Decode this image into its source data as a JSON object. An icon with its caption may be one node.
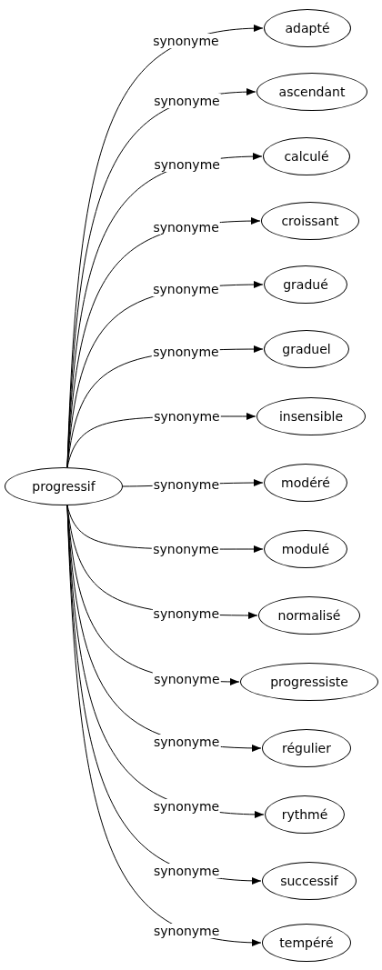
{
  "diagram": {
    "nodes": [
      {
        "text": [
          "progressif"
        ]
      },
      {
        "text": [
          "adapté"
        ]
      },
      {
        "text": [
          "ascendant"
        ]
      },
      {
        "text": [
          "calculé"
        ]
      },
      {
        "text": [
          "croissant"
        ]
      },
      {
        "text": [
          "gradué"
        ]
      },
      {
        "text": [
          "graduel"
        ]
      },
      {
        "text": [
          "insensible"
        ]
      },
      {
        "text": [
          "modéré"
        ]
      },
      {
        "text": [
          "modulé"
        ]
      },
      {
        "text": [
          "normalisé"
        ]
      },
      {
        "text": [
          "progressiste"
        ]
      },
      {
        "text": [
          "régulier"
        ]
      },
      {
        "text": [
          "rythmé"
        ]
      },
      {
        "text": [
          "successif"
        ]
      },
      {
        "text": [
          "tempéré"
        ]
      }
    ],
    "edges": [
      {
        "from": 0,
        "to": 1,
        "arrow": "to",
        "label": "synonyme"
      },
      {
        "from": 0,
        "to": 2,
        "arrow": "to",
        "label": "synonyme"
      },
      {
        "from": 0,
        "to": 3,
        "arrow": "to",
        "label": "synonyme"
      },
      {
        "from": 0,
        "to": 4,
        "arrow": "to",
        "label": "synonyme"
      },
      {
        "from": 0,
        "to": 5,
        "arrow": "to",
        "label": "synonyme"
      },
      {
        "from": 0,
        "to": 6,
        "arrow": "to",
        "label": "synonyme"
      },
      {
        "from": 0,
        "to": 7,
        "arrow": "to",
        "label": "synonyme"
      },
      {
        "from": 0,
        "to": 8,
        "arrow": "to",
        "label": "synonyme"
      },
      {
        "from": 0,
        "to": 9,
        "arrow": "to",
        "label": "synonyme"
      },
      {
        "from": 0,
        "to": 10,
        "arrow": "to",
        "label": "synonyme"
      },
      {
        "from": 0,
        "to": 11,
        "arrow": "to",
        "label": "synonyme"
      },
      {
        "from": 0,
        "to": 12,
        "arrow": "to",
        "label": "synonyme"
      },
      {
        "from": 0,
        "to": 13,
        "arrow": "to",
        "label": "synonyme"
      },
      {
        "from": 0,
        "to": 14,
        "arrow": "to",
        "label": "synonyme"
      },
      {
        "from": 0,
        "to": 15,
        "arrow": "to",
        "label": "synonyme"
      }
    ]
  }
}
